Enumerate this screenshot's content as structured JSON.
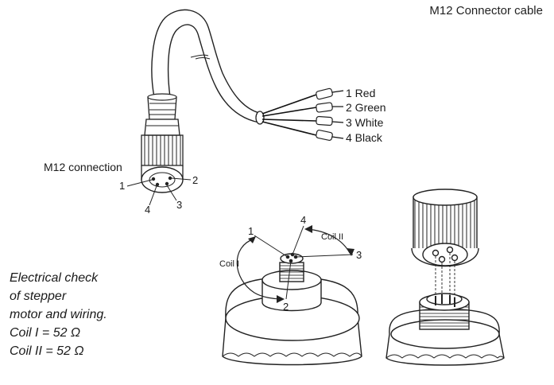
{
  "title": "M12 Connector cable",
  "wires": [
    {
      "label": "1 Red"
    },
    {
      "label": "2 Green"
    },
    {
      "label": "3 White"
    },
    {
      "label": "4 Black"
    }
  ],
  "connector_label": "M12 connection",
  "connector_pins": [
    "1",
    "2",
    "3",
    "4"
  ],
  "measure_pins": [
    "1",
    "2",
    "3",
    "4"
  ],
  "coil_labels": {
    "coil1": "Coil I",
    "coil2": "Coil II"
  },
  "note": [
    "Electrical check",
    "of stepper",
    "motor and wiring.",
    "Coil I = 52 Ω",
    "Coil II = 52 Ω"
  ]
}
